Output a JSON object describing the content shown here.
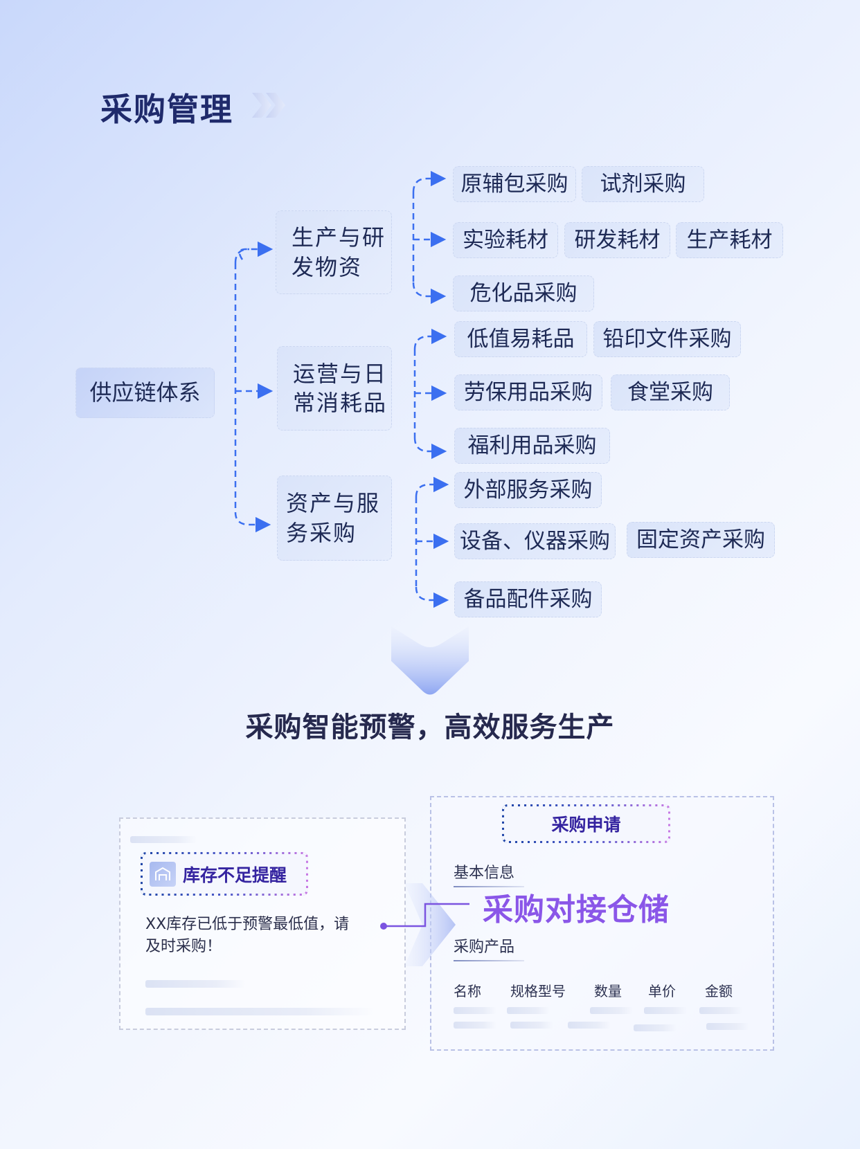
{
  "title": "采购管理",
  "root": "供应链体系",
  "categories": [
    {
      "label_line1": "生产与研",
      "label_line2": "发物资",
      "rows": [
        [
          "原辅包采购",
          "试剂采购"
        ],
        [
          "实验耗材",
          "研发耗材",
          "生产耗材"
        ],
        [
          "危化品采购"
        ]
      ]
    },
    {
      "label_line1": "运营与日",
      "label_line2": "常消耗品",
      "rows": [
        [
          "低值易耗品",
          "铅印文件采购"
        ],
        [
          "劳保用品采购",
          "食堂采购"
        ],
        [
          "福利用品采购"
        ]
      ]
    },
    {
      "label_line1": "资产与服",
      "label_line2": "务采购",
      "rows": [
        [
          "外部服务采购"
        ],
        [
          "设备、仪器采购",
          "固定资产采购"
        ],
        [
          "备品配件采购"
        ]
      ]
    }
  ],
  "slogan": "采购智能预警，高效服务生产",
  "alert": {
    "title": "库存不足提醒",
    "message_line1": "XX库存已低于预警最低值，请",
    "message_line2": "及时采购！"
  },
  "request": {
    "title": "采购申请",
    "section_basic": "基本信息",
    "section_products": "采购产品",
    "columns": [
      "名称",
      "规格型号",
      "数量",
      "单价",
      "金额"
    ]
  },
  "link_caption": "采购对接仓储",
  "colors": {
    "title": "#1f2a6b",
    "connector": "#3b6ff0",
    "node_bg": "#dae4fa",
    "accent_purple": "#8a56e8"
  }
}
